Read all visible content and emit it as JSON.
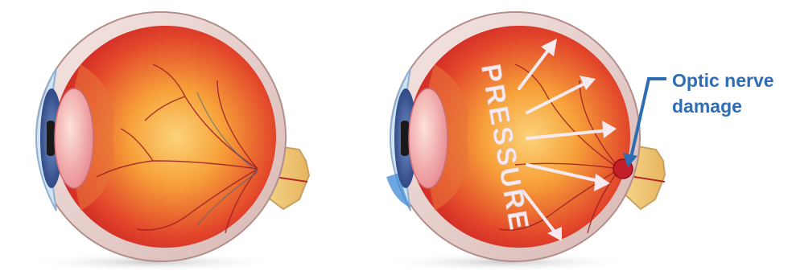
{
  "annotation": {
    "line1": "Optic nerve",
    "line2": "damage",
    "color": "#2e6db3"
  },
  "pressure_label": "PRESSURE",
  "colors": {
    "eye_fill_inner": "#f7a23a",
    "eye_fill_outer": "#d3222b",
    "sclera": "#e9d2cf",
    "iris": "#3e5f9e",
    "cornea": "#cfe4f5",
    "nerve": "#f2d08a",
    "vessel": "#9a1f24",
    "arrow": "#f6eaf0"
  }
}
